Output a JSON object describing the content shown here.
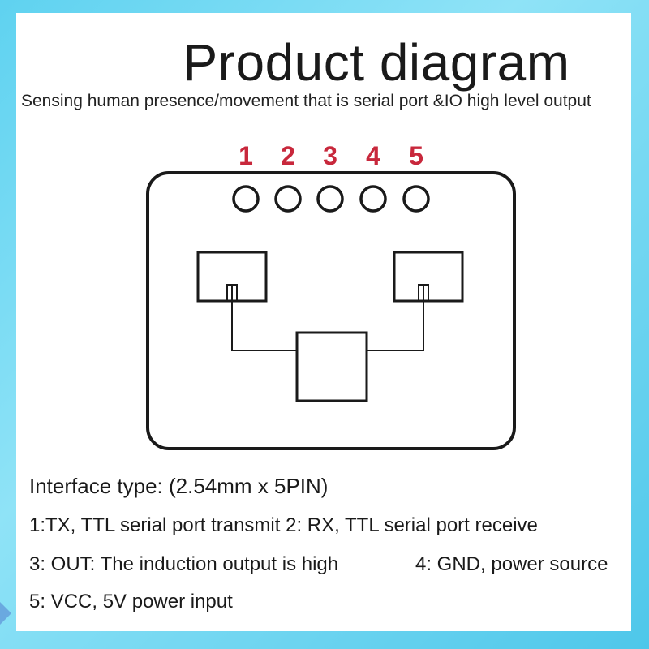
{
  "diagram": {
    "title": "Product diagram",
    "subtitle": "Sensing human presence/movement that is serial port &IO high level output",
    "pins": [
      "1",
      "2",
      "3",
      "4",
      "5"
    ]
  },
  "specs": {
    "interface": "Interface type: (2.54mm x 5PIN)",
    "pin1_2": "1:TX, TTL serial port transmit 2: RX, TTL serial port receive",
    "pin3": "3: OUT: The induction output is high",
    "pin4": "4: GND, power source",
    "pin5": "5: VCC, 5V power input"
  },
  "colors": {
    "pin_label": "#c8283c",
    "outline": "#1a1a1a",
    "background": "#5fd2f0"
  }
}
